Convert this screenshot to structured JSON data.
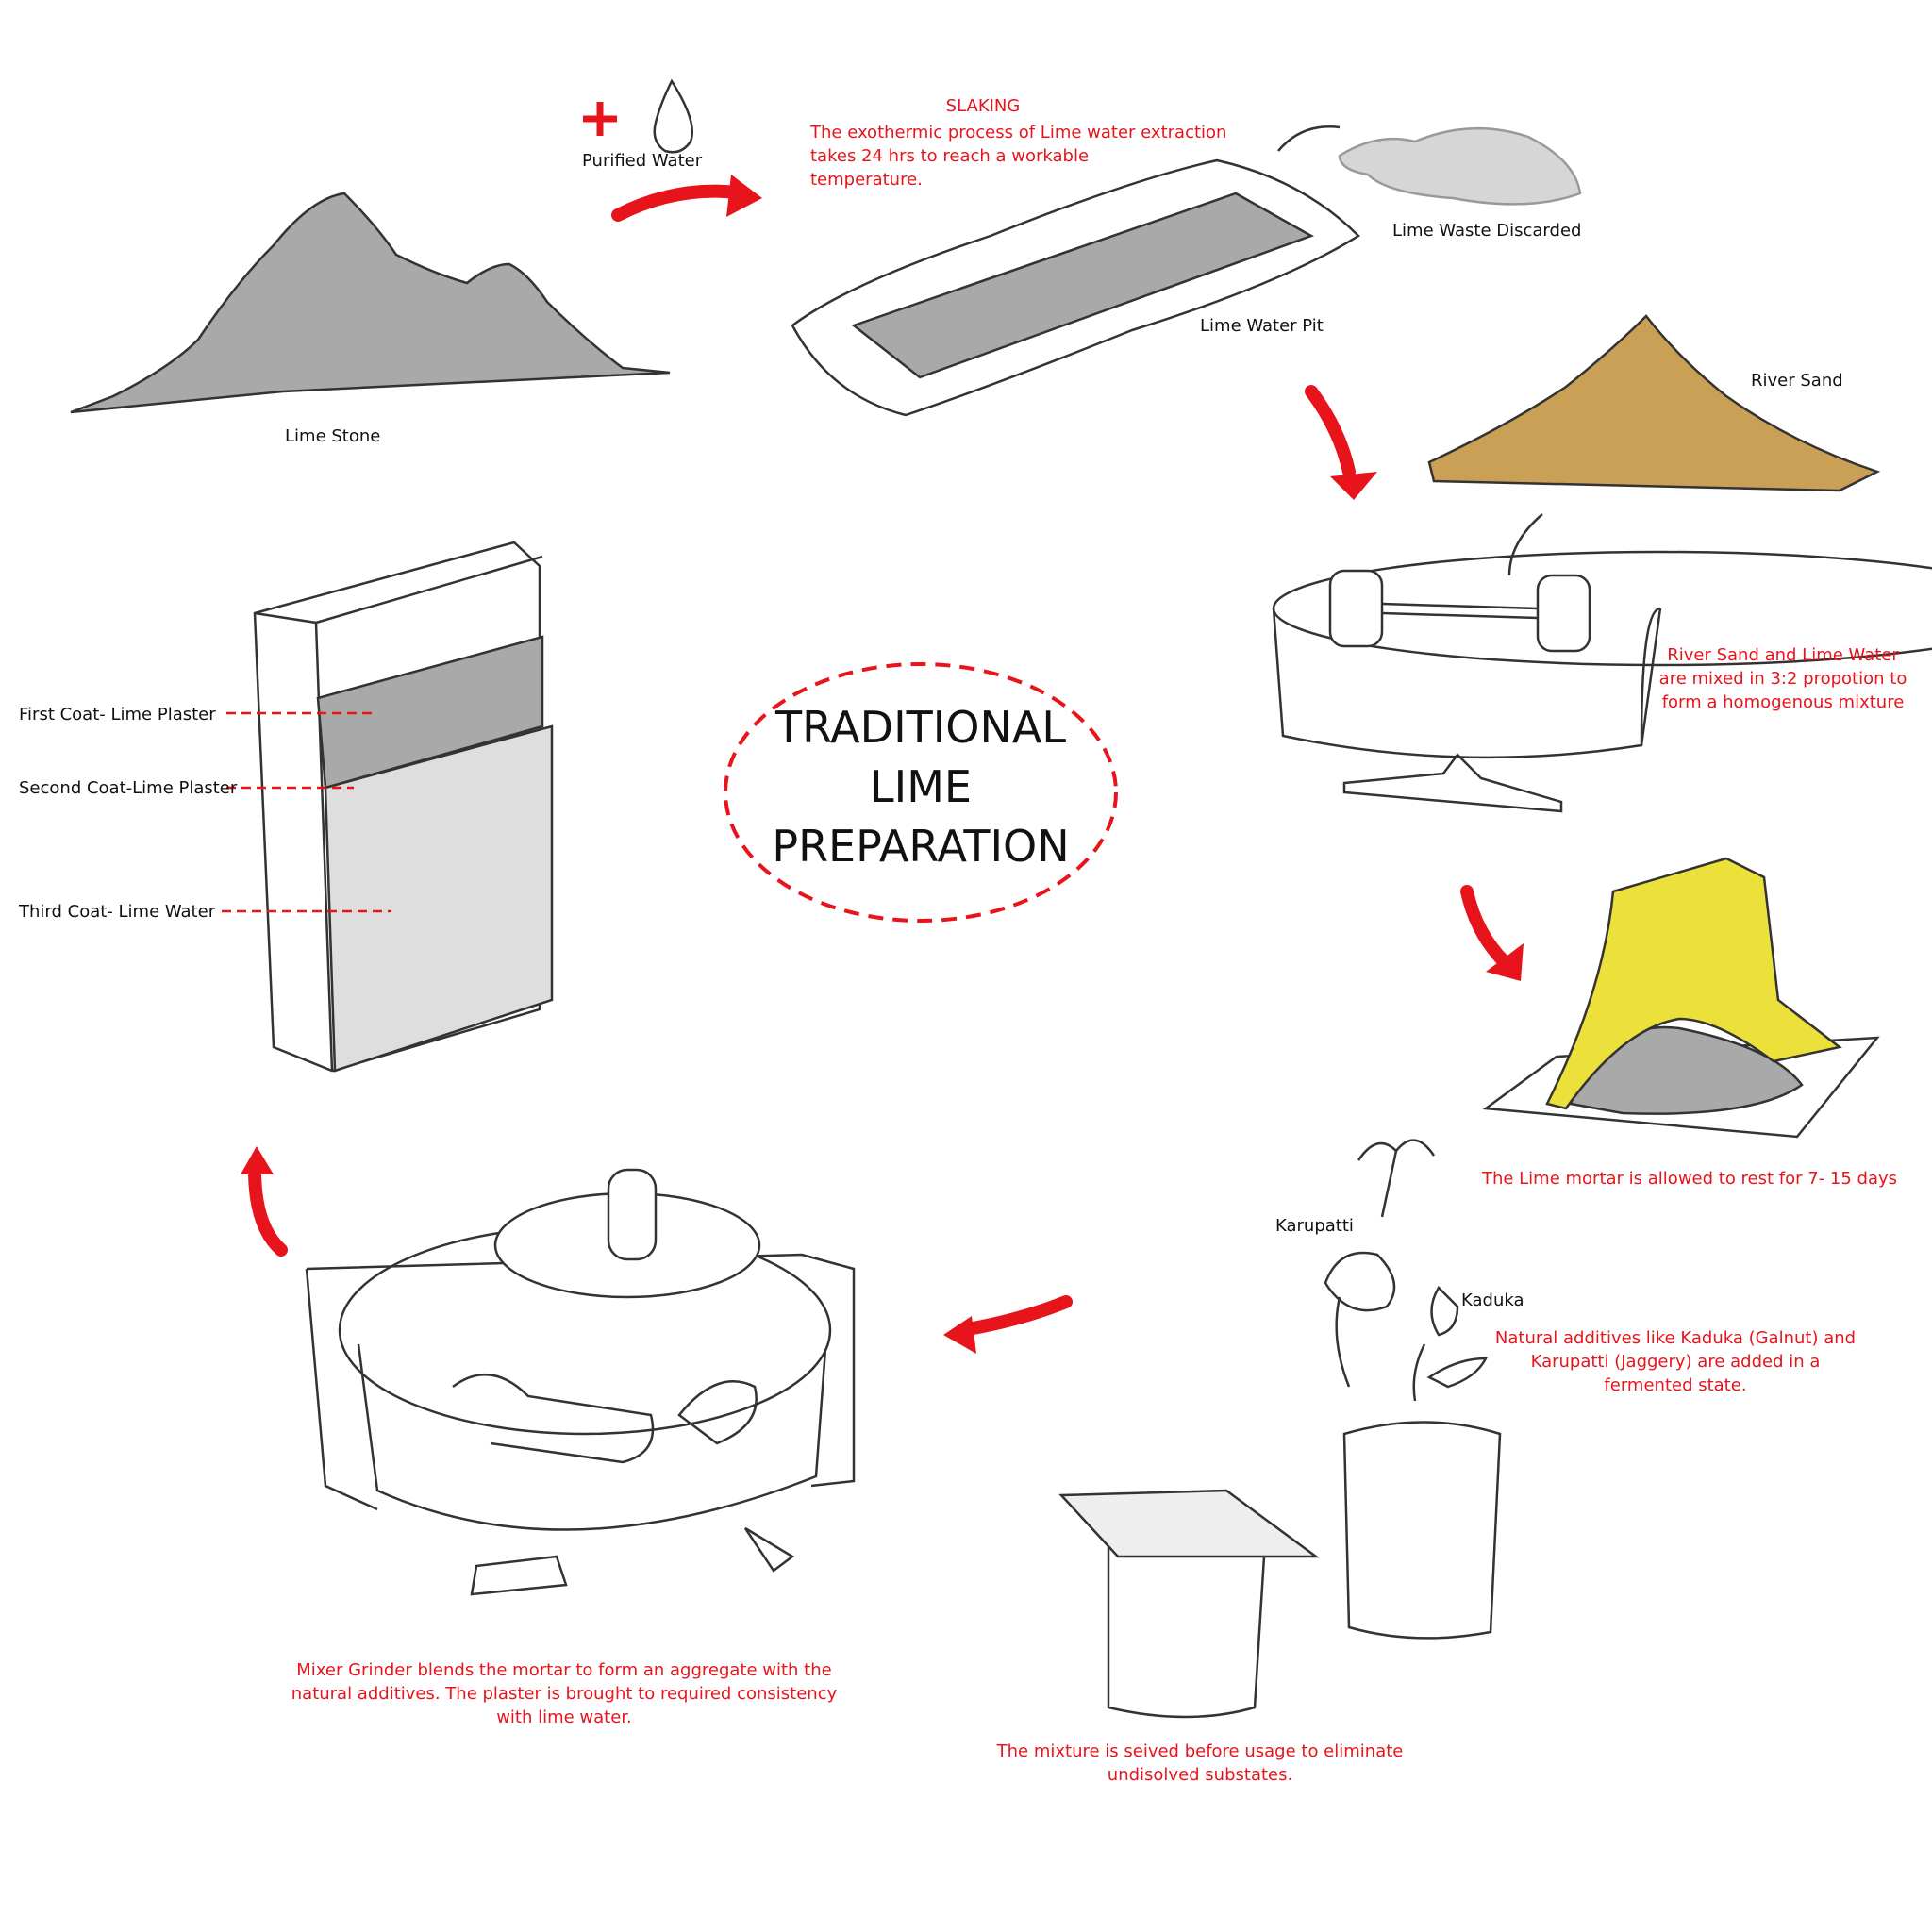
{
  "title": {
    "lines": [
      "TRADITIONAL",
      "LIME",
      "PREPARATION"
    ]
  },
  "labels": {
    "lime_stone": "Lime Stone",
    "purified_water": "Purified Water",
    "lime_water_pit": "Lime Water Pit",
    "lime_waste": "Lime Waste Discarded",
    "river_sand": "River Sand",
    "karupatti": "Karupatti",
    "kaduka": "Kaduka",
    "first_coat": "First Coat- Lime Plaster",
    "second_coat": "Second Coat-Lime Plaster",
    "third_coat": "Third Coat- Lime Water"
  },
  "notes": {
    "slaking_title": "SLAKING",
    "slaking": [
      "The exothermic process of Lime water extraction",
      "takes 24 hrs to reach a workable",
      "temperature."
    ],
    "mixing": [
      "River Sand and Lime Water",
      "are mixed in 3:2 propotion to",
      "form a homogenous mixture"
    ],
    "resting": "The Lime mortar is allowed to rest for 7- 15 days",
    "additives": [
      "Natural additives like Kaduka (Galnut) and",
      "Karupatti (Jaggery) are added in a",
      "fermented state."
    ],
    "sieving": [
      "The mixture is seived before usage to eliminate",
      "undisolved substates."
    ],
    "grinding": [
      "Mixer Grinder blends the mortar to form an aggregate with the",
      "natural additives. The plaster is brought to required consistency",
      "with lime water."
    ]
  },
  "colors": {
    "accent": "#e8141c",
    "stone": "#a9a9a9",
    "sand": "#c9a055",
    "cloth": "#ece03a"
  }
}
